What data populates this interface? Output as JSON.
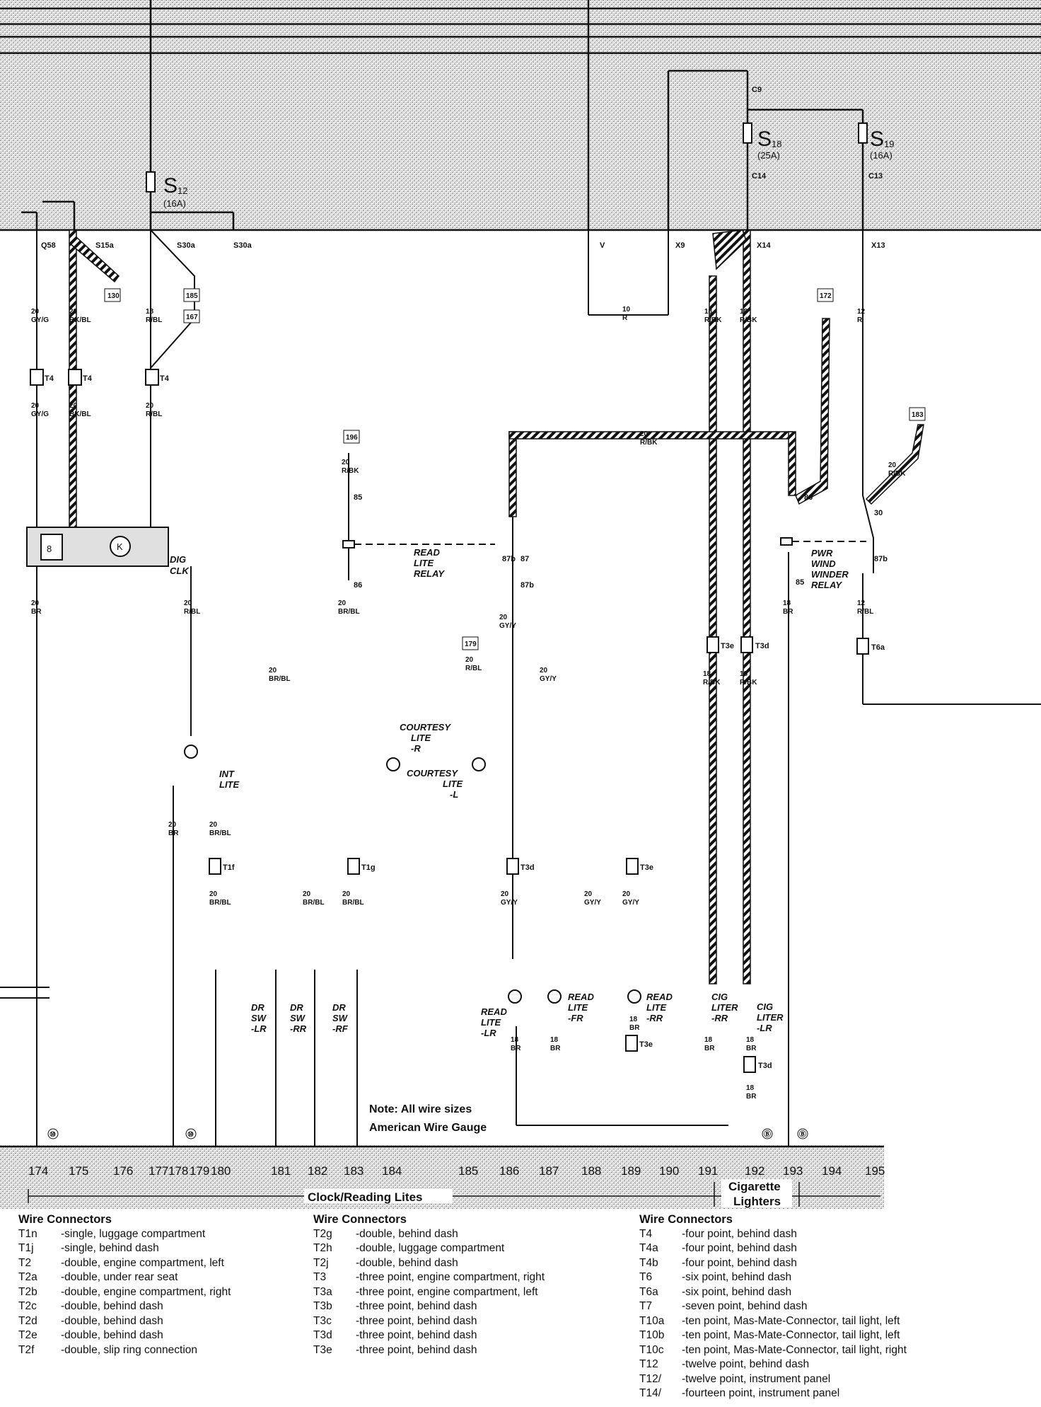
{
  "fuses": [
    {
      "id": "S12",
      "letter": "S",
      "num": "12",
      "amp": "(16A)"
    },
    {
      "id": "S18",
      "letter": "S",
      "num": "18",
      "amp": "(25A)"
    },
    {
      "id": "S19",
      "letter": "S",
      "num": "19",
      "amp": "(16A)"
    }
  ],
  "terminals": {
    "q58": "Q58",
    "s15a": "S15a",
    "s30a_1": "S30a",
    "s30a_2": "S30a",
    "v": "V",
    "x9": "X9",
    "x14": "X14",
    "x13": "X13",
    "c9": "C9",
    "c14": "C14",
    "c13": "C13"
  },
  "refs": [
    "130",
    "185",
    "167",
    "196",
    "172",
    "183",
    "179"
  ],
  "wires": {
    "w1": [
      "20",
      "GY/G"
    ],
    "w2": [
      "20",
      "BK/BL"
    ],
    "w3": [
      "18",
      "R/BL"
    ],
    "w4": [
      "20",
      "GY/G"
    ],
    "w5": [
      "20",
      "BK/BL"
    ],
    "w6": [
      "20",
      "R/BL"
    ],
    "w7": [
      "10",
      "R"
    ],
    "w8": [
      "18",
      "R/BK"
    ],
    "w9": [
      "18",
      "R/BK"
    ],
    "w10": [
      "12",
      "R"
    ],
    "w11": [
      "20",
      "R/BK"
    ],
    "w12": [
      "20",
      "R/BK"
    ],
    "w13": [
      "20",
      "R/BK"
    ],
    "w14": [
      "20",
      "BR"
    ],
    "w15": [
      "20",
      "R/BL"
    ],
    "w16": [
      "20",
      "BR/BL"
    ],
    "w17": [
      "20",
      "BR/BL"
    ],
    "w18": [
      "20",
      "GY/Y"
    ],
    "w19": [
      "20",
      "GY/Y"
    ],
    "w20": [
      "18",
      "BR"
    ],
    "w21": [
      "12",
      "R/BL"
    ],
    "w22": [
      "18",
      "R/BK"
    ],
    "w23": [
      "18",
      "R/BK"
    ],
    "w24": [
      "20",
      "R/BL"
    ],
    "w25": [
      "20",
      "BR"
    ],
    "w26": [
      "20",
      "BR/BL"
    ],
    "w27": [
      "20",
      "BR/BL"
    ],
    "w28": [
      "20",
      "BR/BL"
    ],
    "w29": [
      "20",
      "BR/BL"
    ],
    "w30": [
      "20",
      "GY/Y"
    ],
    "w31": [
      "20",
      "GY/Y"
    ],
    "w32": [
      "20",
      "GY/Y"
    ],
    "w33": [
      "18",
      "BR"
    ],
    "w34": [
      "18",
      "BR"
    ],
    "w35": [
      "18",
      "BR"
    ],
    "w36": [
      "18",
      "BR"
    ],
    "w37": [
      "18",
      "BR"
    ],
    "w38": [
      "18",
      "BR"
    ]
  },
  "connectors": {
    "t4a": "T4",
    "t4b": "T4",
    "t4c": "T4",
    "t3e1": "T3e",
    "t3d1": "T3d",
    "t6a": "T6a",
    "t1f": "T1f",
    "t1g": "T1g",
    "t3d2": "T3d",
    "t3e2": "T3e",
    "t3e3": "T3e",
    "t3d3": "T3d"
  },
  "pins": {
    "p85a": "85",
    "p86a": "86",
    "p87a": "87",
    "p87b1": "87b",
    "p87b2": "87b",
    "p86b": "86",
    "p30": "30",
    "p87b3": "87b",
    "p85b": "85"
  },
  "components": {
    "dig_clk": [
      "DIG",
      "CLK"
    ],
    "read_lite_relay": [
      "READ",
      "LITE",
      "RELAY"
    ],
    "pwr_relay": [
      "PWR",
      "WIND",
      "WINDER",
      "RELAY"
    ],
    "courtesy_r": [
      "COURTESY",
      "LITE",
      "-R"
    ],
    "courtesy_l": [
      "COURTESY",
      "LITE",
      "-L"
    ],
    "int_lite": [
      "INT",
      "LITE"
    ],
    "dr_sw_lr": [
      "DR",
      "SW",
      "-LR"
    ],
    "dr_sw_rr": [
      "DR",
      "SW",
      "-RR"
    ],
    "dr_sw_rf": [
      "DR",
      "SW",
      "-RF"
    ],
    "read_lite_lr": [
      "READ",
      "LITE",
      "-LR"
    ],
    "read_lite_fr": [
      "READ",
      "LITE",
      "-FR"
    ],
    "read_lite_rr": [
      "READ",
      "LITE",
      "-RR"
    ],
    "cig_liter_rr": [
      "CIG",
      "LITER",
      "-RR"
    ],
    "cig_liter_lr": [
      "CIG",
      "LITER",
      "-LR"
    ],
    "clock_glyph": "K",
    "digit_glyph": "8"
  },
  "ground_marker": "⑩",
  "ground_marker_b": "Ⓑ",
  "note": [
    "Note: All wire sizes",
    "American Wire Gauge"
  ],
  "columns": [
    "174",
    "175",
    "176",
    "177",
    "178",
    "179",
    "180",
    "181",
    "182",
    "183",
    "184",
    "185",
    "186",
    "187",
    "188",
    "189",
    "190",
    "191",
    "192",
    "193",
    "194",
    "195"
  ],
  "sections": [
    "Clock/Reading Lites",
    "Cigarette",
    "Lighters"
  ],
  "legend": [
    {
      "heading": "Wire Connectors",
      "items": [
        [
          "T1n",
          "-single, luggage compartment"
        ],
        [
          "T1j",
          "-single, behind dash"
        ],
        [
          "T2",
          "-double, engine compartment, left"
        ],
        [
          "T2a",
          "-double, under rear seat"
        ],
        [
          "T2b",
          "-double, engine compartment, right"
        ],
        [
          "T2c",
          "-double, behind dash"
        ],
        [
          "T2d",
          "-double, behind dash"
        ],
        [
          "T2e",
          "-double, behind dash"
        ],
        [
          "T2f",
          "-double, slip ring connection"
        ]
      ]
    },
    {
      "heading": "Wire Connectors",
      "items": [
        [
          "T2g",
          "-double, behind dash"
        ],
        [
          "T2h",
          "-double, luggage compartment"
        ],
        [
          "T2j",
          "-double, behind dash"
        ],
        [
          "T3",
          "-three point, engine compartment, right"
        ],
        [
          "T3a",
          "-three point, engine compartment, left"
        ],
        [
          "T3b",
          "-three point, behind dash"
        ],
        [
          "T3c",
          "-three point, behind dash"
        ],
        [
          "T3d",
          "-three point, behind dash"
        ],
        [
          "T3e",
          "-three point, behind dash"
        ]
      ]
    },
    {
      "heading": "Wire Connectors",
      "items": [
        [
          "T4",
          "-four point, behind dash"
        ],
        [
          "T4a",
          "-four point, behind dash"
        ],
        [
          "T4b",
          "-four point, behind dash"
        ],
        [
          "T6",
          "-six point, behind dash"
        ],
        [
          "T6a",
          "-six point, behind dash"
        ],
        [
          "T7",
          "-seven point, behind dash"
        ],
        [
          "T10a",
          "-ten point, Mas-Mate-Connector, tail light, left"
        ],
        [
          "T10b",
          "-ten point, Mas-Mate-Connector, tail light, left"
        ],
        [
          "T10c",
          "-ten point, Mas-Mate-Connector, tail light, right"
        ],
        [
          "T12",
          "-twelve point, behind dash"
        ],
        [
          "T12/",
          "-twelve point, instrument panel"
        ],
        [
          "T14/",
          "-fourteen point, instrument panel"
        ]
      ]
    }
  ]
}
